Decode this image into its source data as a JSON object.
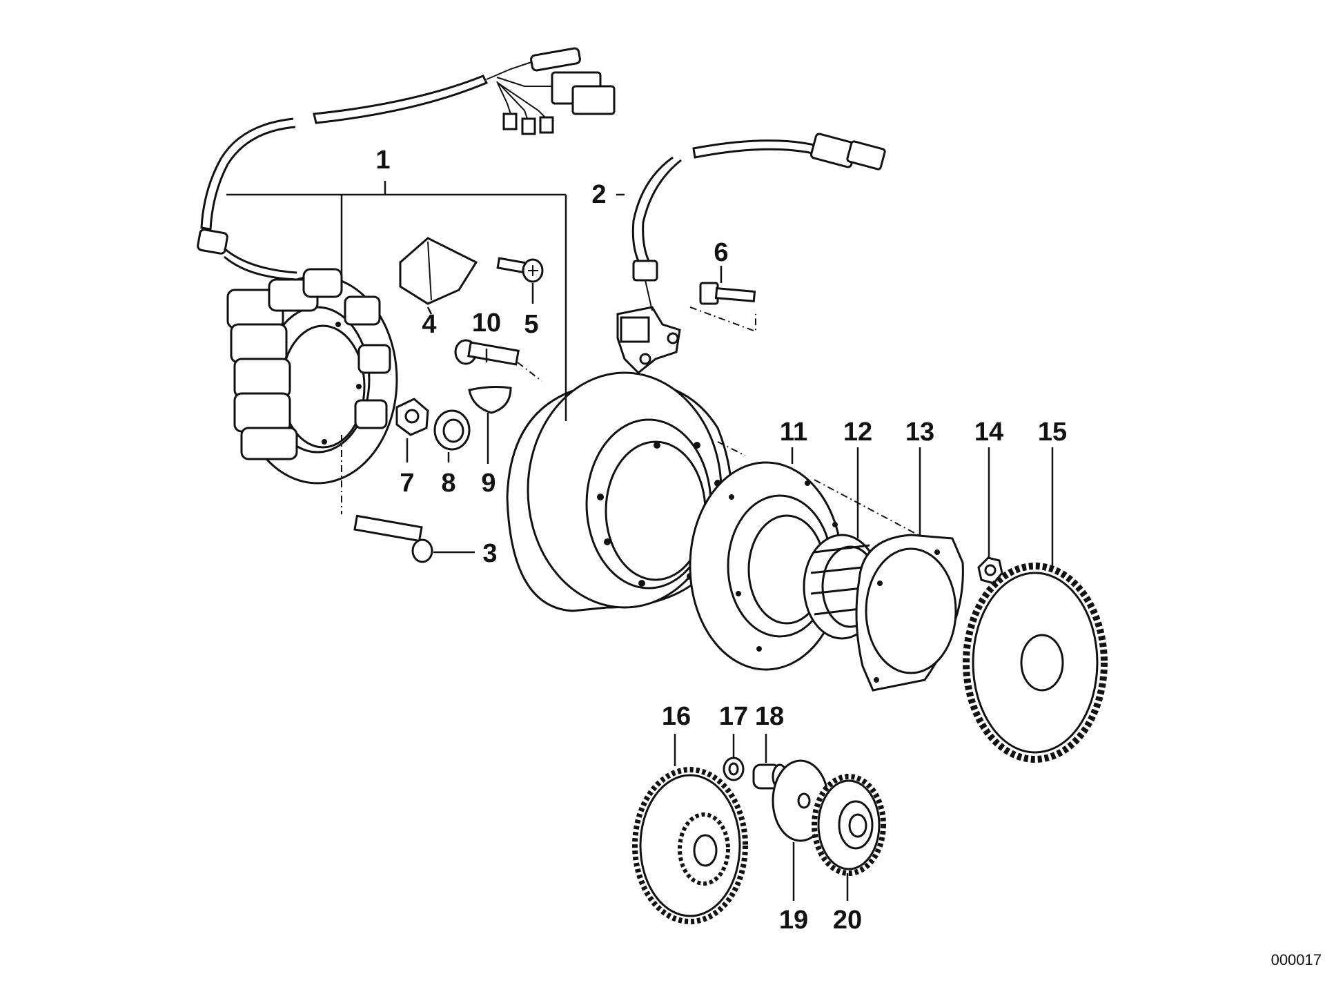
{
  "diagram": {
    "code": "000017",
    "labels": [
      {
        "id": "1",
        "text": "1"
      },
      {
        "id": "2",
        "text": "2"
      },
      {
        "id": "3",
        "text": "3"
      },
      {
        "id": "4",
        "text": "4"
      },
      {
        "id": "5",
        "text": "5"
      },
      {
        "id": "6",
        "text": "6"
      },
      {
        "id": "7",
        "text": "7"
      },
      {
        "id": "8",
        "text": "8"
      },
      {
        "id": "9",
        "text": "9"
      },
      {
        "id": "10",
        "text": "10"
      },
      {
        "id": "11",
        "text": "11"
      },
      {
        "id": "12",
        "text": "12"
      },
      {
        "id": "13",
        "text": "13"
      },
      {
        "id": "14",
        "text": "14"
      },
      {
        "id": "15",
        "text": "15"
      },
      {
        "id": "16",
        "text": "16"
      },
      {
        "id": "17",
        "text": "17"
      },
      {
        "id": "18",
        "text": "18"
      },
      {
        "id": "19",
        "text": "19"
      },
      {
        "id": "20",
        "text": "20"
      }
    ]
  }
}
